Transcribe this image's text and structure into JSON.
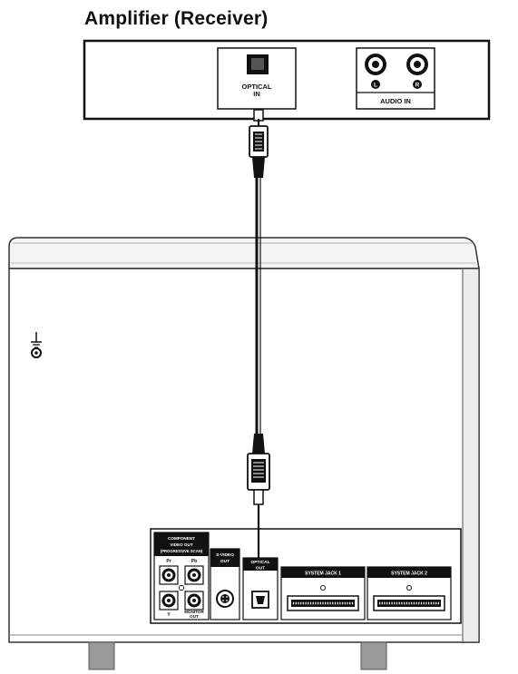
{
  "title": "Amplifier (Receiver)",
  "amplifier": {
    "optical_label_1": "OPTICAL",
    "optical_label_2": "IN",
    "left_badge": "L",
    "right_badge": "R",
    "audio_in_label": "AUDIO IN"
  },
  "unit": {
    "component_label_1": "COMPONENT",
    "component_label_2": "VIDEO OUT",
    "component_label_3": "(PROGRESSIVE SCAN)",
    "pr_label": "Pr",
    "pb_label": "Pb",
    "y_label": "Y",
    "monitor_label_1": "MONITOR",
    "monitor_label_2": "OUT",
    "svideo_label_1": "S-VIDEO",
    "svideo_label_2": "OUT",
    "optical_out_label_1": "OPTICAL",
    "optical_out_label_2": "OUT",
    "system_jack_1": "SYSTEM JACK 1",
    "system_jack_2": "SYSTEM JACK 2"
  }
}
